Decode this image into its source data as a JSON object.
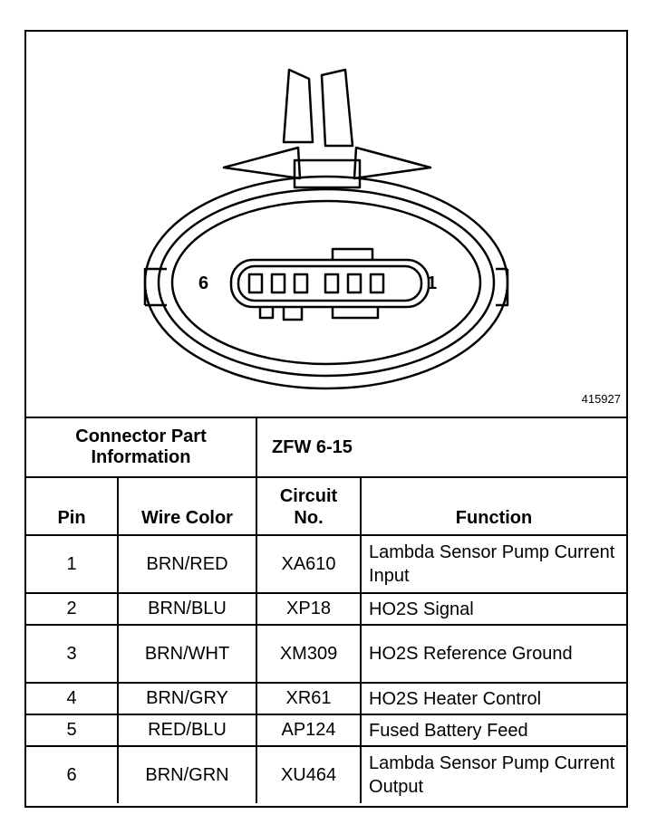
{
  "figure": {
    "id": "415927",
    "pin_left": "6",
    "pin_right": "1"
  },
  "connector_info": {
    "label": "Connector Part Information",
    "value": "ZFW 6-15"
  },
  "table": {
    "headers": {
      "pin": "Pin",
      "wire_color": "Wire Color",
      "circuit": "Circuit No.",
      "function": "Function"
    },
    "rows": [
      {
        "pin": "1",
        "wire": "BRN/RED",
        "circuit": "XA610",
        "function": "Lambda Sensor Pump Current Input"
      },
      {
        "pin": "2",
        "wire": "BRN/BLU",
        "circuit": "XP18",
        "function": "HO2S Signal"
      },
      {
        "pin": "3",
        "wire": "BRN/WHT",
        "circuit": "XM309",
        "function": "HO2S Reference Ground"
      },
      {
        "pin": "4",
        "wire": "BRN/GRY",
        "circuit": "XR61",
        "function": "HO2S Heater Control"
      },
      {
        "pin": "5",
        "wire": "RED/BLU",
        "circuit": "AP124",
        "function": "Fused Battery Feed"
      },
      {
        "pin": "6",
        "wire": "BRN/GRN",
        "circuit": "XU464",
        "function": "Lambda Sensor Pump Current Output"
      }
    ]
  }
}
